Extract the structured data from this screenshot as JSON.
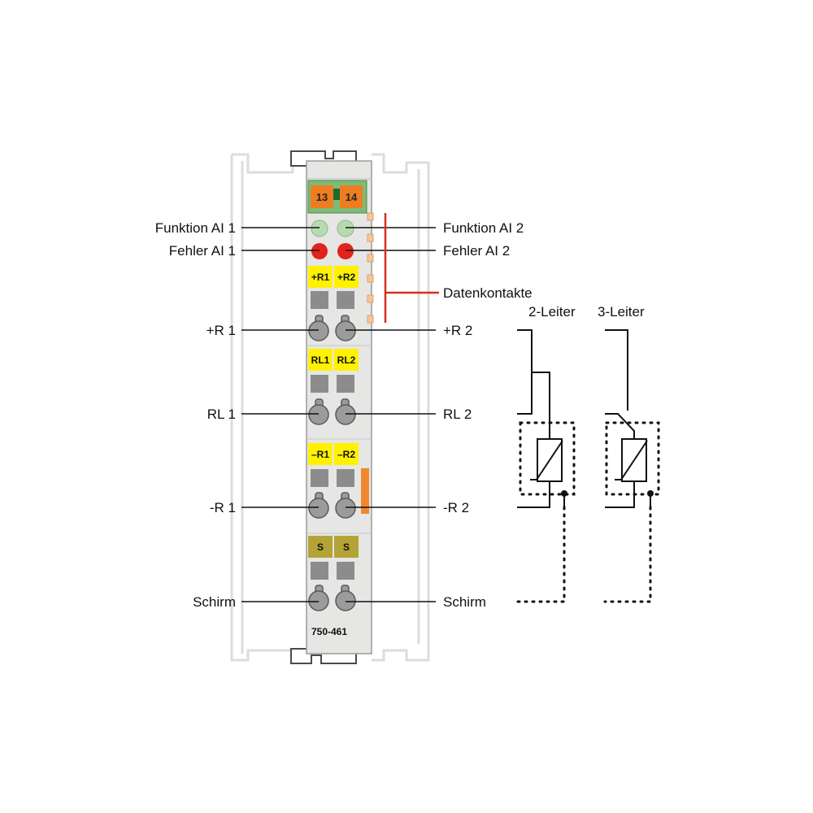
{
  "module": {
    "part_number": "750-461",
    "fuse_labels": [
      "13",
      "14"
    ],
    "row_labels": [
      [
        "+R1",
        "+R2"
      ],
      [
        "RL1",
        "RL2"
      ],
      [
        "–R1",
        "–R2"
      ],
      [
        "S",
        "S"
      ]
    ]
  },
  "labels_left": [
    "Funktion AI 1",
    "Fehler AI 1",
    "+R 1",
    "RL 1",
    "-R 1",
    "Schirm"
  ],
  "labels_right": [
    "Funktion AI 2",
    "Fehler AI 2",
    "+R 2",
    "RL 2",
    "-R 2",
    "Schirm"
  ],
  "data_contacts_label": "Datenkontakte",
  "wiring": {
    "two_wire_label": "2-Leiter",
    "three_wire_label": "3-Leiter"
  },
  "colors": {
    "housing": "#e6e6e4",
    "housing_outline": "#9a9a9a",
    "rail": "#d9d9d9",
    "fuse_green": "#7fba77",
    "fuse_orange": "#ee7d22",
    "led_green": "#b7dbb1",
    "led_red": "#e3221d",
    "label_yellow": "#fff100",
    "label_shield": "#b4a336",
    "pushbutton": "#8c8c8c",
    "data_contacts_line": "#d6311f",
    "accent_orange": "#f0882e"
  }
}
